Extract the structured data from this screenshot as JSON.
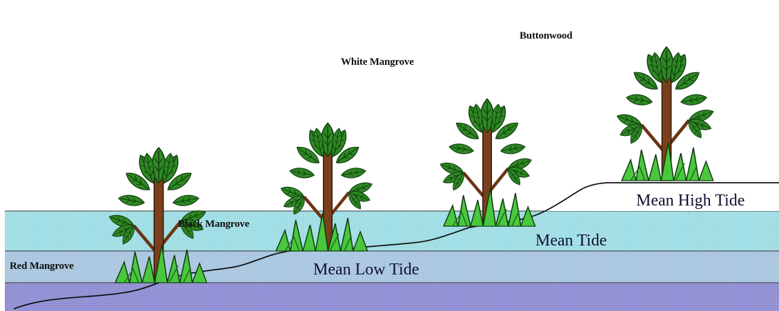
{
  "species": {
    "red": "Red Mangrove",
    "black": "Black Mangrove",
    "white": "White Mangrove",
    "buttonwood": "Buttonwood"
  },
  "tides": {
    "high": "Mean High Tide",
    "mean": "Mean Tide",
    "low": "Mean Low Tide"
  },
  "colors": {
    "water_top": "#9fdde4",
    "water_mid": "#a9c6e0",
    "water_bottom": "#8f8ed3",
    "trunk": "#7a3f1c",
    "leaf_dark": "#1e6b1a",
    "leaf_light": "#56b83a",
    "grass": "#3fc23a",
    "ground_line": "#111111"
  }
}
